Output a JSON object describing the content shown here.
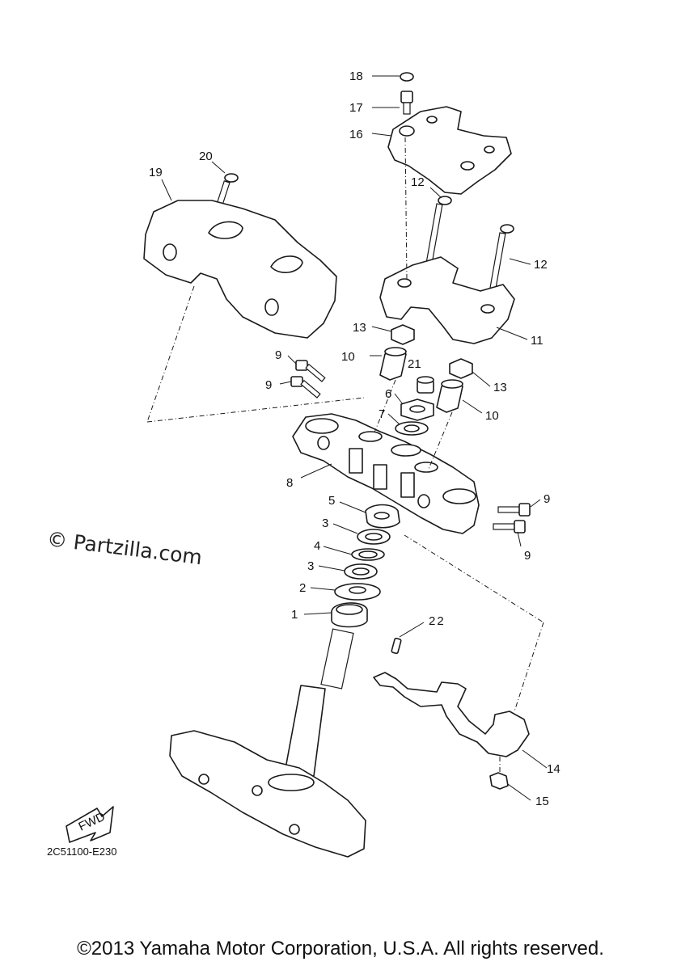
{
  "watermark": "© Partzilla.com",
  "diagram_code": "2C51100-E230",
  "copyright": "©2013 Yamaha Motor Corporation, U.S.A. All rights reserved.",
  "fwd_label": "FWD",
  "callouts": {
    "c18": "18",
    "c17": "17",
    "c16": "16",
    "c20": "20",
    "c19": "19",
    "c12a": "12",
    "c12b": "12",
    "c11": "11",
    "c13a": "13",
    "c13b": "13",
    "c10a": "10",
    "c10b": "10",
    "c21": "21",
    "c9a": "9",
    "c9b": "9",
    "c9c": "9",
    "c9d": "9",
    "c6": "6",
    "c7": "7",
    "c8": "8",
    "c5": "5",
    "c3a": "3",
    "c4": "4",
    "c3b": "3",
    "c2": "2",
    "c1": "1",
    "c22": "22",
    "c14": "14",
    "c15": "15"
  }
}
